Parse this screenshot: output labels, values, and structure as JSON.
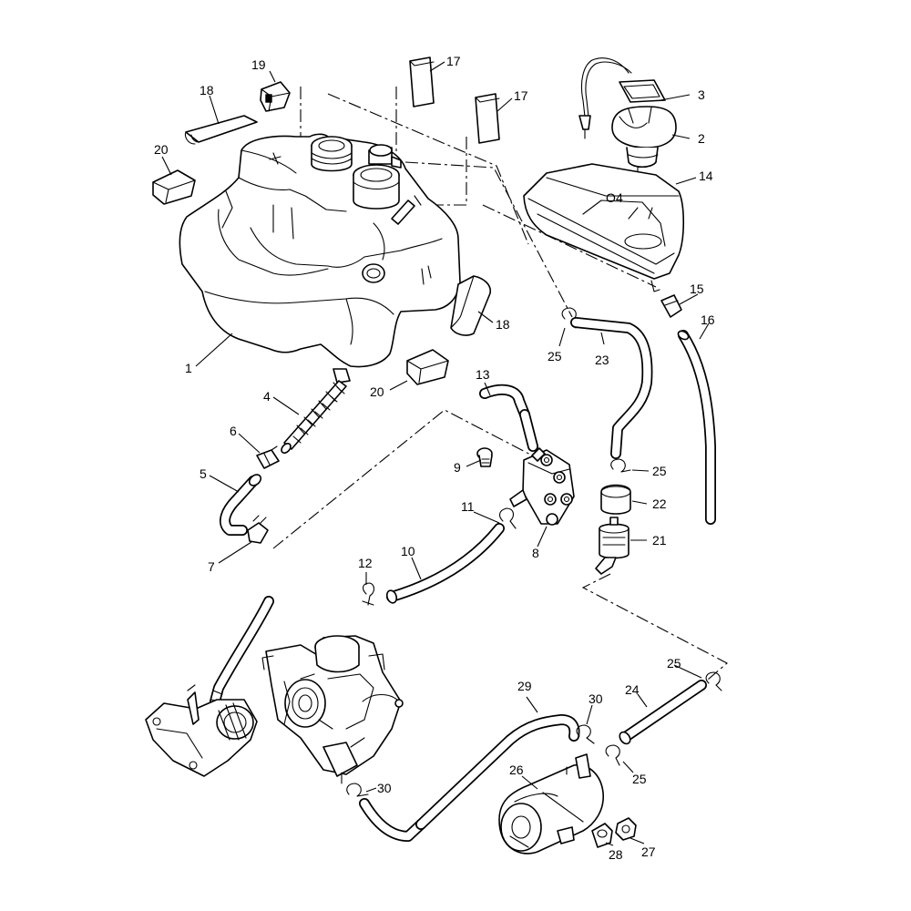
{
  "callouts": [
    {
      "id": "p1",
      "label": "1"
    },
    {
      "id": "p2",
      "label": "2"
    },
    {
      "id": "p3",
      "label": "3"
    },
    {
      "id": "p4",
      "label": "4"
    },
    {
      "id": "p5",
      "label": "5"
    },
    {
      "id": "p6",
      "label": "6"
    },
    {
      "id": "p7",
      "label": "7"
    },
    {
      "id": "p8",
      "label": "8"
    },
    {
      "id": "p9",
      "label": "9"
    },
    {
      "id": "p10",
      "label": "10"
    },
    {
      "id": "p11",
      "label": "11"
    },
    {
      "id": "p12",
      "label": "12"
    },
    {
      "id": "p13",
      "label": "13"
    },
    {
      "id": "p14",
      "label": "14"
    },
    {
      "id": "p15",
      "label": "15"
    },
    {
      "id": "p16",
      "label": "16"
    },
    {
      "id": "p17",
      "label": "17"
    },
    {
      "id": "p18",
      "label": "18"
    },
    {
      "id": "p19",
      "label": "19"
    },
    {
      "id": "p20",
      "label": "20"
    },
    {
      "id": "p21",
      "label": "21"
    },
    {
      "id": "p22",
      "label": "22"
    },
    {
      "id": "p23",
      "label": "23"
    },
    {
      "id": "p24",
      "label": "24"
    },
    {
      "id": "p25",
      "label": "25"
    },
    {
      "id": "p26",
      "label": "26"
    },
    {
      "id": "p27",
      "label": "27"
    },
    {
      "id": "p28",
      "label": "28"
    },
    {
      "id": "p29",
      "label": "29"
    },
    {
      "id": "p30",
      "label": "30"
    }
  ]
}
